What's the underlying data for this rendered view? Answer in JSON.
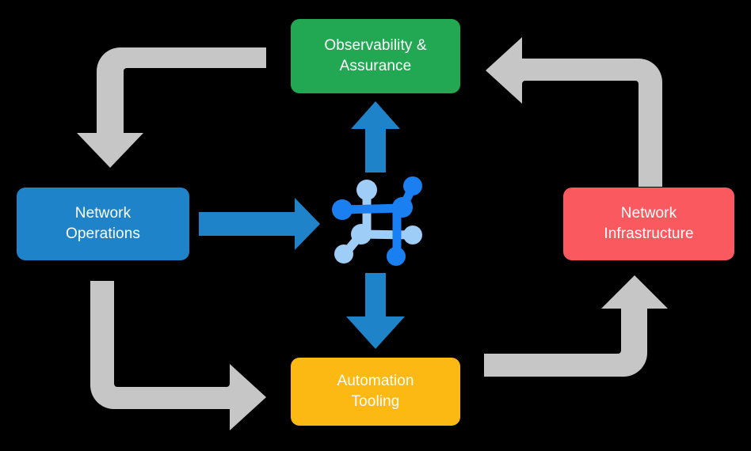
{
  "diagram": {
    "title": "Network Operations Lifecycle Cycle Diagram",
    "background_color": "#000000",
    "center_icon": {
      "name": "network-topology-icon",
      "primary_color": "#1a7ff0",
      "secondary_color": "#9ecdf8"
    },
    "nodes": [
      {
        "id": "observability",
        "label_line1": "Observability &",
        "label_line2": "Assurance",
        "color": "#22a853",
        "position": "top"
      },
      {
        "id": "network-operations",
        "label_line1": "Network",
        "label_line2": "Operations",
        "color": "#1e83c9",
        "position": "left"
      },
      {
        "id": "network-infrastructure",
        "label_line1": "Network",
        "label_line2": "Infrastructure",
        "color": "#fa5a5f",
        "position": "right"
      },
      {
        "id": "automation-tooling",
        "label_line1": "Automation",
        "label_line2": "Tooling",
        "color": "#fdb913",
        "position": "bottom"
      }
    ],
    "connectors": {
      "accent_color": "#1e83c9",
      "flow_color": "#c6c6c6",
      "primary_arrows": [
        {
          "id": "center-to-observability",
          "direction": "up"
        },
        {
          "id": "network-operations-to-center",
          "direction": "right"
        },
        {
          "id": "center-to-automation-tooling",
          "direction": "down"
        }
      ],
      "flow_arrows": [
        {
          "id": "observability-to-network-operations",
          "direction": "down"
        },
        {
          "id": "network-infrastructure-to-observability",
          "direction": "left"
        },
        {
          "id": "network-operations-to-automation-tooling",
          "direction": "right"
        },
        {
          "id": "automation-tooling-to-network-infrastructure",
          "direction": "up"
        }
      ]
    }
  }
}
